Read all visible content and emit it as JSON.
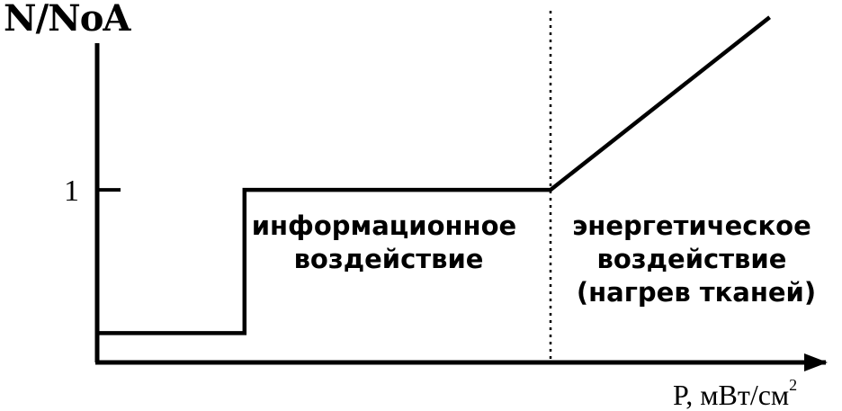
{
  "chart_data": {
    "type": "line",
    "ylabel": "N/NoA",
    "xlabel": "P, мВт/см",
    "xlabel_superscript": "2",
    "yticks": [
      {
        "value": 1,
        "label": "1"
      }
    ],
    "xlim": [
      0,
      1
    ],
    "ylim": [
      0,
      2.1
    ],
    "x_divider": 0.6,
    "series": [
      {
        "points": [
          {
            "x": 0.0,
            "y": 0.17
          },
          {
            "x": 0.195,
            "y": 0.17
          },
          {
            "x": 0.195,
            "y": 1.0
          },
          {
            "x": 0.6,
            "y": 1.0
          },
          {
            "x": 0.89,
            "y": 2.0
          }
        ]
      }
    ],
    "annotations": [
      {
        "id": "info",
        "lines": [
          "информационное",
          "воздействие"
        ]
      },
      {
        "id": "energy",
        "lines": [
          "энергетическое",
          "воздействие",
          "(нагрев тканей)"
        ]
      }
    ],
    "colors": {
      "line": "#000000",
      "background": "#ffffff"
    }
  }
}
